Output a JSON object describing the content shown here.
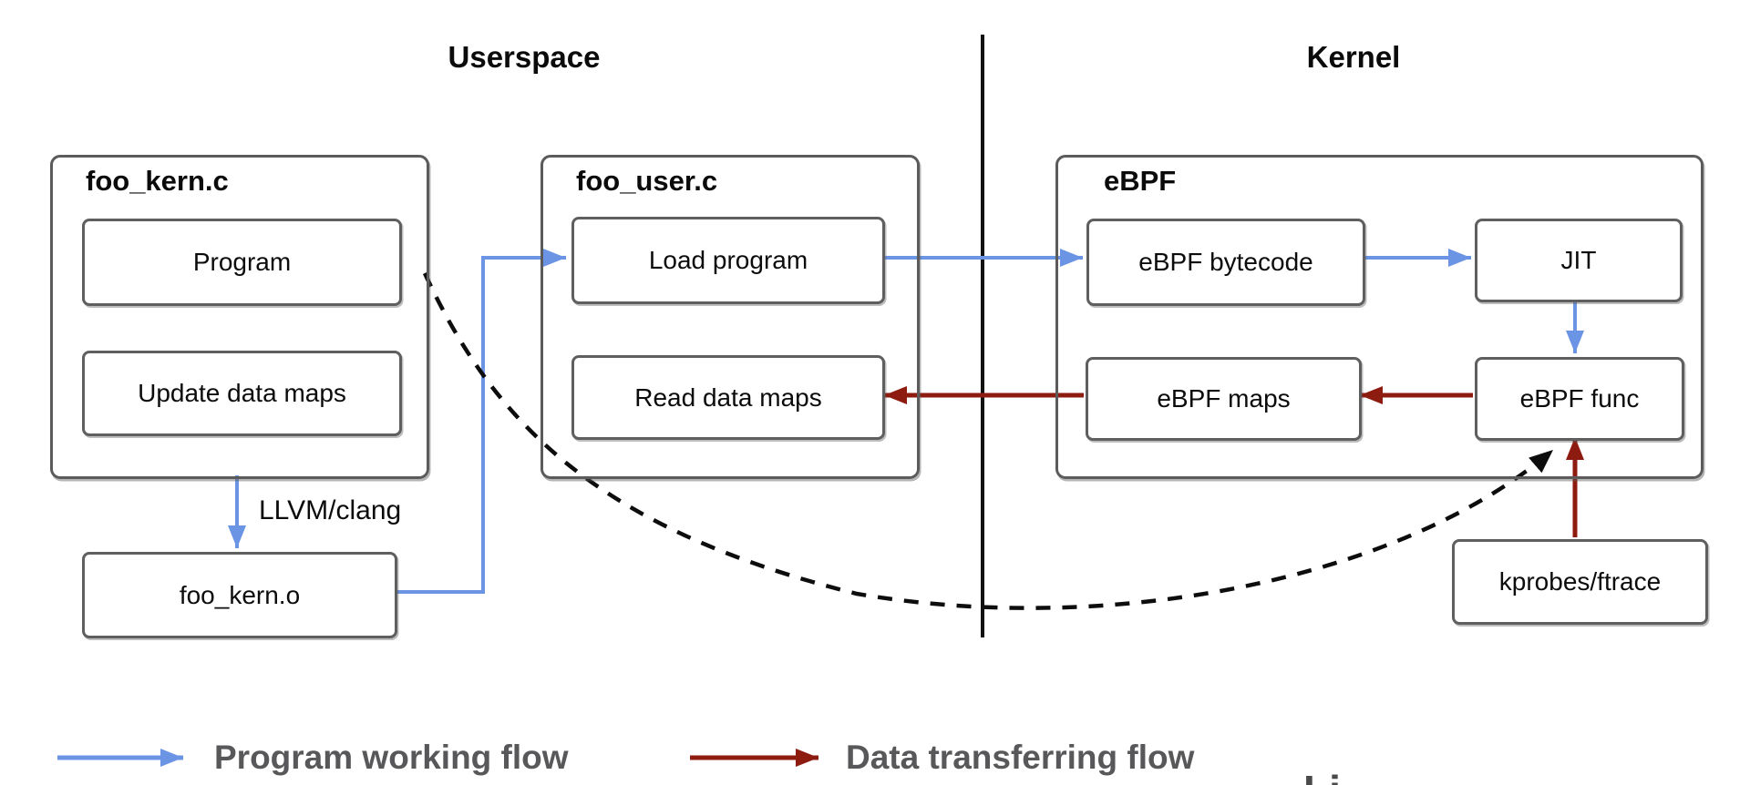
{
  "titles": {
    "left": "Userspace",
    "right": "Kernel"
  },
  "groups": {
    "foo_kern": {
      "title": "foo_kern.c",
      "boxes": {
        "program": "Program",
        "update_maps": "Update data maps"
      }
    },
    "foo_user": {
      "title": "foo_user.c",
      "boxes": {
        "load_program": "Load program",
        "read_maps": "Read data maps"
      }
    },
    "ebpf": {
      "title": "eBPF",
      "boxes": {
        "bytecode": "eBPF bytecode",
        "jit": "JIT",
        "maps": "eBPF maps",
        "func": "eBPF func"
      }
    }
  },
  "nodes": {
    "foo_kern_o": "foo_kern.o",
    "kprobes": "kprobes/ftrace"
  },
  "edge_labels": {
    "llvm": "LLVM/clang"
  },
  "legend": [
    {
      "label": "Program working flow",
      "color": "#6b94e5"
    },
    {
      "label": "Data transferring flow",
      "color": "#8e1b10"
    }
  ],
  "colors": {
    "program_flow_blue": "#6b94e5",
    "data_flow_red": "#8e1b10",
    "box_border_gray": "#5b5b5b",
    "legend_text_gray": "#58585a",
    "divider_black": "#111111"
  },
  "watermark": "Li"
}
